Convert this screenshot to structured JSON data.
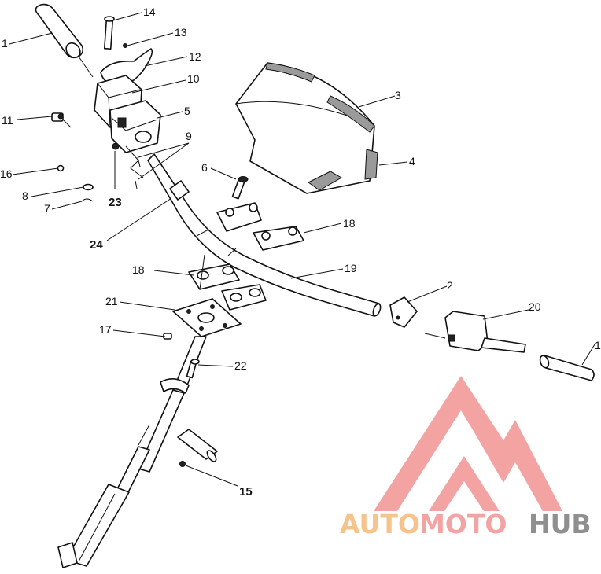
{
  "diagram": {
    "callouts": [
      {
        "key": "c1a",
        "text": "1"
      },
      {
        "key": "c14",
        "text": "14"
      },
      {
        "key": "c13",
        "text": "13"
      },
      {
        "key": "c12",
        "text": "12"
      },
      {
        "key": "c10",
        "text": "10"
      },
      {
        "key": "c3",
        "text": "3"
      },
      {
        "key": "c11",
        "text": "11"
      },
      {
        "key": "c5",
        "text": "5"
      },
      {
        "key": "c9",
        "text": "9"
      },
      {
        "key": "c16",
        "text": "16"
      },
      {
        "key": "c6",
        "text": "6"
      },
      {
        "key": "c4",
        "text": "4"
      },
      {
        "key": "c8",
        "text": "8"
      },
      {
        "key": "c23",
        "text": "23"
      },
      {
        "key": "c7",
        "text": "7"
      },
      {
        "key": "c18a",
        "text": "18"
      },
      {
        "key": "c24",
        "text": "24"
      },
      {
        "key": "c19",
        "text": "19"
      },
      {
        "key": "c18b",
        "text": "18"
      },
      {
        "key": "c2",
        "text": "2"
      },
      {
        "key": "c21",
        "text": "21"
      },
      {
        "key": "c20",
        "text": "20"
      },
      {
        "key": "c17",
        "text": "17"
      },
      {
        "key": "c1b",
        "text": "1"
      },
      {
        "key": "c22",
        "text": "22"
      },
      {
        "key": "c15",
        "text": "15"
      }
    ]
  },
  "watermark": {
    "word_part1": "AUTO",
    "word_part2": "MOTO",
    "word_part3": "HUB",
    "color_part1": "#f6c48a",
    "color_part2": "#f4a3a3",
    "color_part3": "#8f8f8f",
    "logo_color": "#f4a3a3"
  }
}
